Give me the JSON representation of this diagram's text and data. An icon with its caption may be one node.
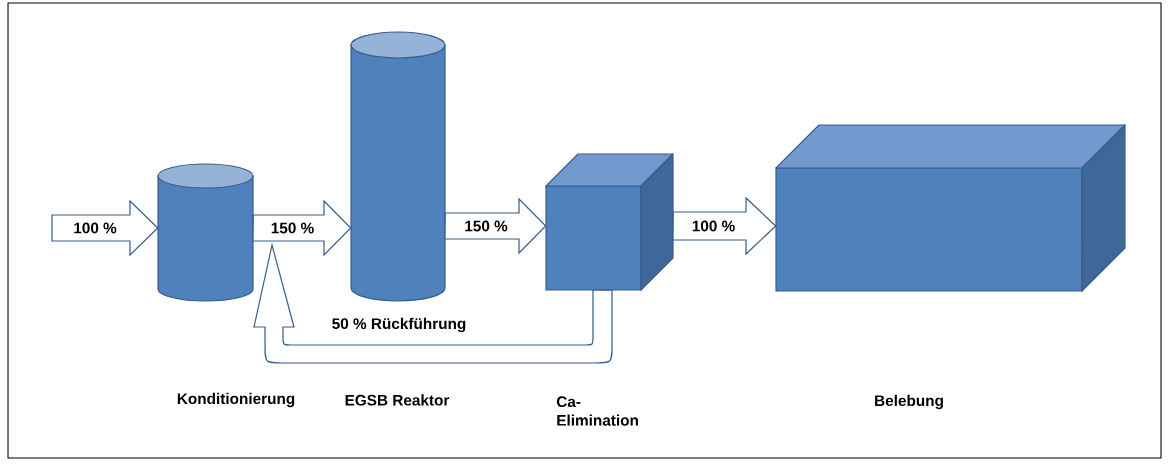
{
  "diagram": {
    "nodes": [
      {
        "text": [],
        "shape": "cylinder"
      },
      {
        "text": [],
        "shape": "cylinder"
      },
      {
        "text": [],
        "shape": "box"
      },
      {
        "text": [],
        "shape": "box"
      }
    ],
    "edges": [
      {
        "from": null,
        "to": 0,
        "arrow": "to",
        "label": "100 %"
      },
      {
        "from": 0,
        "to": 1,
        "arrow": "to",
        "label": "150 %"
      },
      {
        "from": 1,
        "to": 2,
        "arrow": "to",
        "label": "150 %"
      },
      {
        "from": 2,
        "to": 3,
        "arrow": "to",
        "label": "100 %"
      },
      {
        "from": 2,
        "to": null,
        "arrow": "to",
        "label": "50 % Rückführung"
      }
    ],
    "labels": [
      "Konditionierung",
      "EGSB Reaktor",
      "Ca- Elimination",
      "Belebung"
    ]
  }
}
